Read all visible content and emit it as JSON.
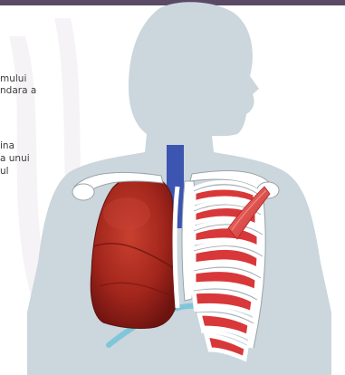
{
  "text_fragments": [
    {
      "line": "mului"
    },
    {
      "line": "ndara a"
    },
    {
      "line": "ina"
    },
    {
      "line": "a unui"
    },
    {
      "line": "ul"
    }
  ],
  "colors": {
    "top_bar": "#5a4a66",
    "body_silhouette": "#cbd6dd",
    "lung": "#a3261c",
    "trachea": "#3b55b0",
    "diaphragm": "#7fc6d9",
    "rib_muscle": "#d8383a",
    "bone": "#ffffff"
  },
  "icons": [
    "human-torso-silhouette",
    "lungs",
    "rib-cage",
    "intercostal-muscles",
    "diaphragm",
    "trachea",
    "clavicle"
  ]
}
